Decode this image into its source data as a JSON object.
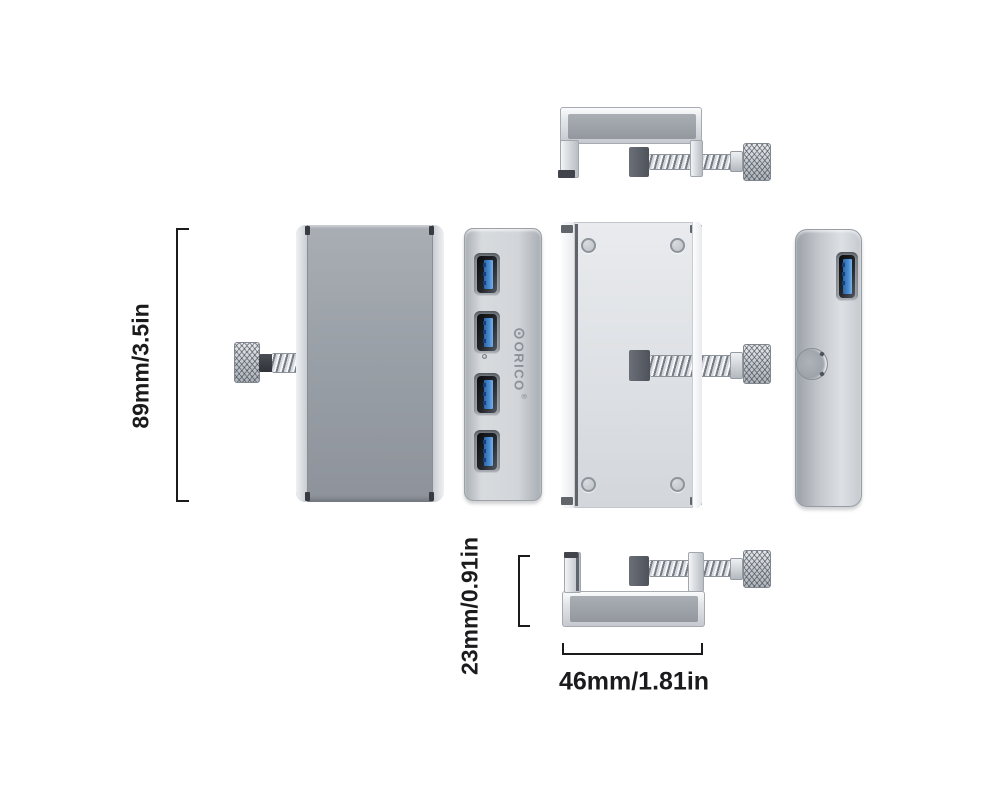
{
  "dimensions": {
    "device_height": "89mm/3.5in",
    "clamp_height": "23mm/0.91in",
    "clamp_width": "46mm/1.81in"
  },
  "brand": {
    "logo_text": "ORICO",
    "registered_mark": "®"
  },
  "views": {
    "front": {
      "usb_port_count": 4
    },
    "side": {
      "usb_port_count": 1
    }
  },
  "colors": {
    "background": "#ffffff",
    "dimension_ink": "#1b1b1d",
    "usb_blue": "#4a8cd0",
    "aluminum_light": "#e9ebee",
    "aluminum_mid": "#c7cbd0",
    "aluminum_body": "#9aa0a8",
    "clamp_pad_dark": "#5d6168"
  }
}
